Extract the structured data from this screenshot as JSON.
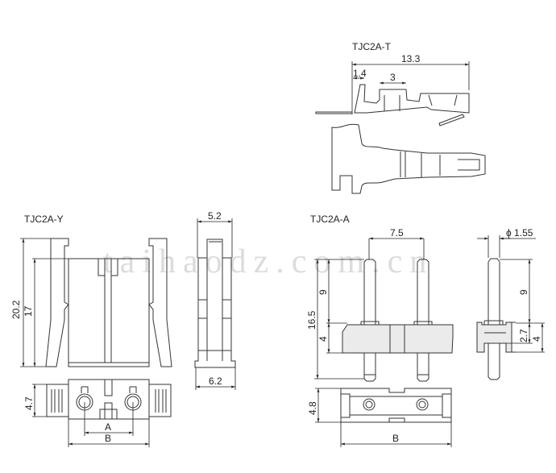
{
  "watermark": "taihaodz.com.cn",
  "terminal": {
    "title": "TJC2A-T",
    "dims": {
      "length": "13.3",
      "tab": "1.4",
      "crimp": "3"
    }
  },
  "housing": {
    "title": "TJC2A-Y",
    "dims": {
      "height_total": "20.2",
      "height_body": "17",
      "depth_top": "5.2",
      "depth_bottom": "6.2",
      "bottom_depth": "4.7",
      "pitch": "A",
      "width": "B"
    }
  },
  "header": {
    "title": "TJC2A-A",
    "dims": {
      "pitch": "7.5",
      "pin_diameter": "ϕ 1.55",
      "total_height": "16.5",
      "pin_upper": "9",
      "base": "4",
      "side_pin_upper": "9",
      "side_step": "2.7",
      "side_base": "4",
      "bottom_depth": "4.8",
      "width": "B"
    }
  }
}
